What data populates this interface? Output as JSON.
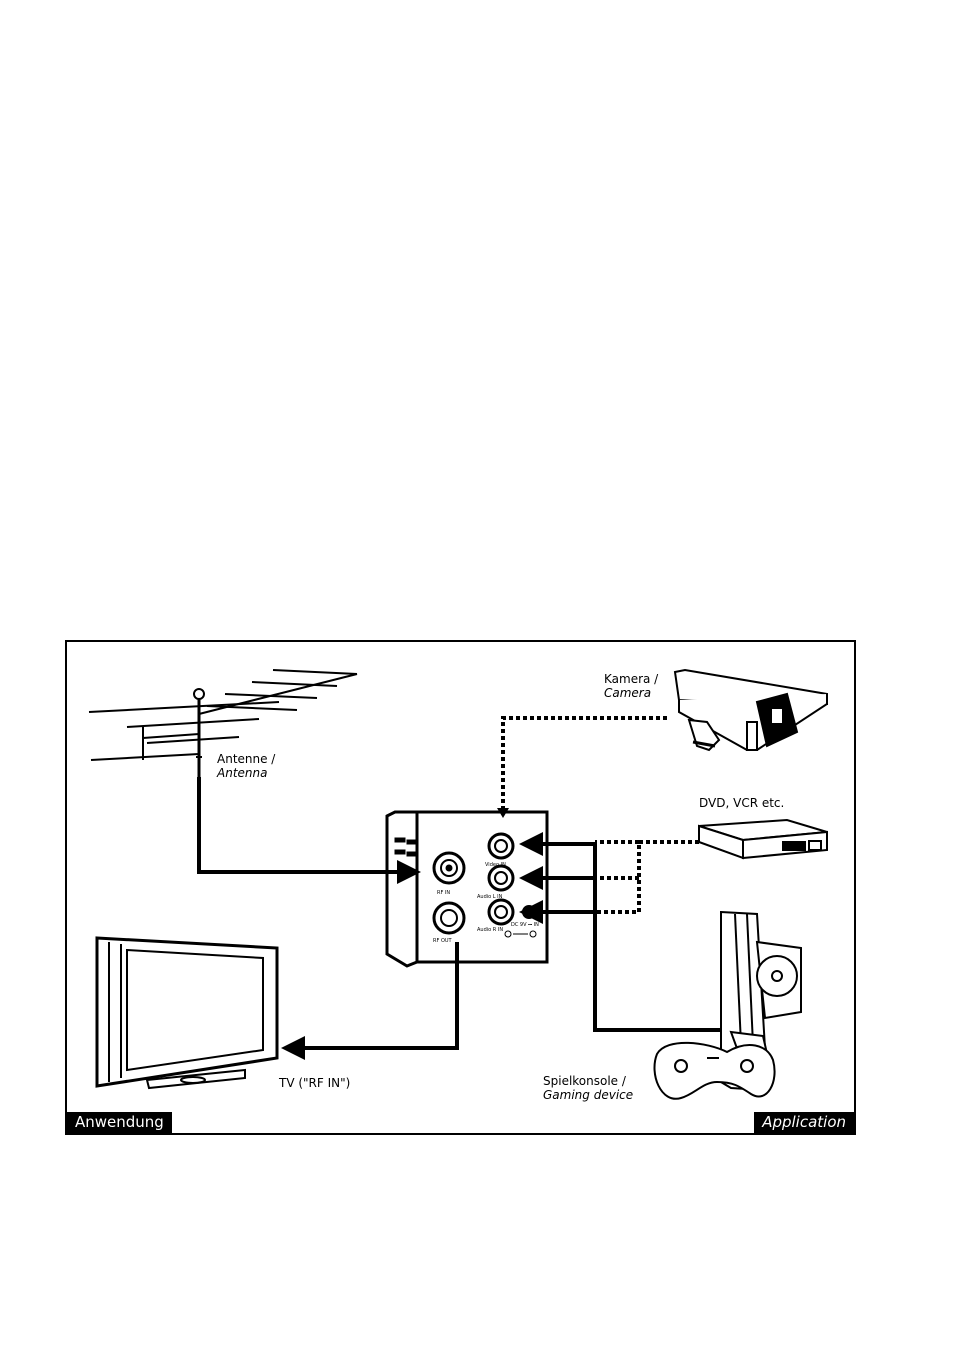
{
  "labels": {
    "antenna_de": "Antenne /",
    "antenna_en": "Antenna",
    "camera_de": "Kamera /",
    "camera_en": "Camera",
    "dvd": "DVD, VCR etc.",
    "tv": "TV (\"RF IN\")",
    "console_de": "Spielkonsole /",
    "console_en": "Gaming device"
  },
  "ports": {
    "rf_in": "RF IN",
    "rf_out": "RF OUT",
    "video_in": "Video IN",
    "audio_l_in": "Audio L IN",
    "audio_r_in": "Audio R IN",
    "dc_in": "DC 9V ⎓ IN"
  },
  "footer": {
    "left": "Anwendung",
    "right": "Application"
  },
  "icons": [
    "antenna-icon",
    "camera-icon",
    "dvd-player-icon",
    "game-console-icon",
    "gamepad-icon",
    "tv-icon",
    "modulator-box-icon"
  ]
}
